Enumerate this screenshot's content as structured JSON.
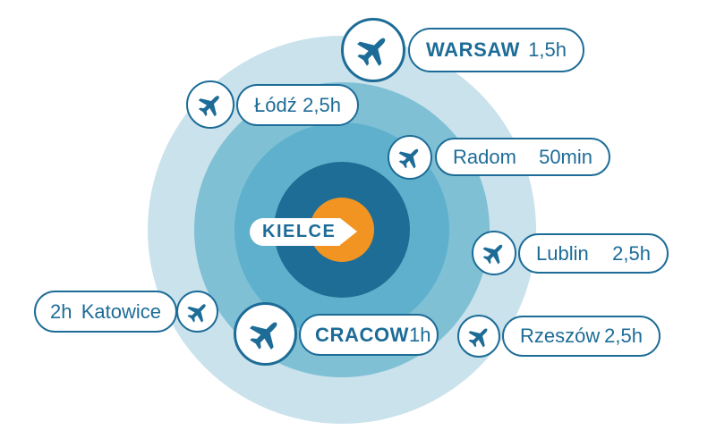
{
  "map": {
    "center_label": "KIELCE",
    "destinations": [
      {
        "id": "warsaw",
        "name": "WARSAW",
        "time": "1,5h",
        "emphasis": true
      },
      {
        "id": "lodz",
        "name": "Łódź",
        "time": "2,5h",
        "emphasis": false
      },
      {
        "id": "radom",
        "name": "Radom",
        "time": "50min",
        "emphasis": false
      },
      {
        "id": "lublin",
        "name": "Lublin",
        "time": "2,5h",
        "emphasis": false
      },
      {
        "id": "rzeszow",
        "name": "Rzeszów",
        "time": "2,5h",
        "emphasis": false
      },
      {
        "id": "cracow",
        "name": "CRACOW",
        "time": "1h",
        "emphasis": true
      },
      {
        "id": "katowice",
        "name": "Katowice",
        "time": "2h",
        "emphasis": false,
        "time_first": true
      }
    ],
    "colors": {
      "navy": "#1d6c97",
      "ring_outer": "#c9e2ec",
      "ring_middle": "#7fc0d5",
      "ring_inner": "#5fb0cc",
      "core_dark": "#1e6d96",
      "core_orange": "#f29422",
      "label_background": "#ffffff"
    }
  }
}
